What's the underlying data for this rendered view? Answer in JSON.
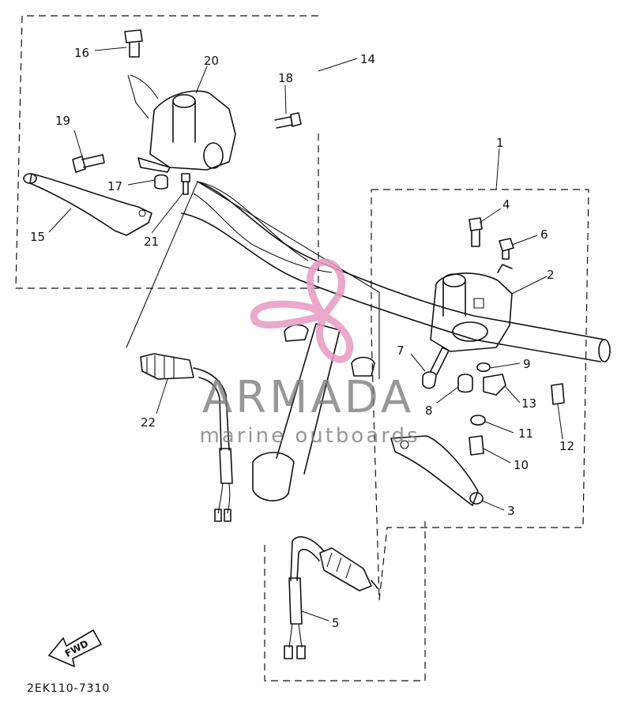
{
  "watermark": {
    "brand": "ARMADA",
    "tagline": "marine outboards",
    "logo_color": "#e79ac1",
    "text_color": "#7a7a7a"
  },
  "diagram": {
    "code": "2EK110-7310",
    "fwd_label": "FWD",
    "callouts": {
      "p1": "1",
      "p2": "2",
      "p3": "3",
      "p4": "4",
      "p5": "5",
      "p6": "6",
      "p7": "7",
      "p8": "8",
      "p9": "9",
      "p10": "10",
      "p11": "11",
      "p12": "12",
      "p13": "13",
      "p14": "14",
      "p15": "15",
      "p16": "16",
      "p17": "17",
      "p18": "18",
      "p19": "19",
      "p20": "20",
      "p21": "21",
      "p22": "22"
    }
  }
}
